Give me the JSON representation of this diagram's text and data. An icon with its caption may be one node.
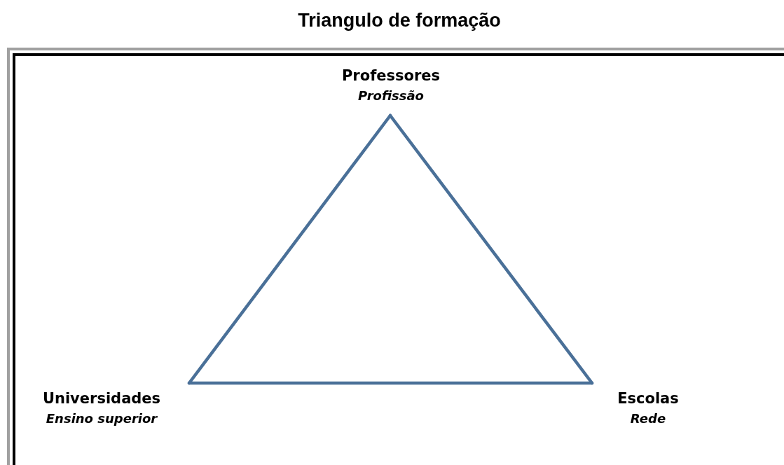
{
  "diagram": {
    "title": "Triangulo de formação",
    "nodes": [
      {
        "text": [
          "Professores",
          "Profissão"
        ]
      },
      {
        "text": [
          "Universidades",
          "Ensino superior"
        ]
      },
      {
        "text": [
          "Escolas",
          "Rede"
        ]
      }
    ],
    "edges": [
      {
        "from": 0,
        "to": 1,
        "arrow": "none"
      },
      {
        "from": 1,
        "to": 2,
        "arrow": "none"
      },
      {
        "from": 2,
        "to": 0,
        "arrow": "none"
      }
    ]
  }
}
